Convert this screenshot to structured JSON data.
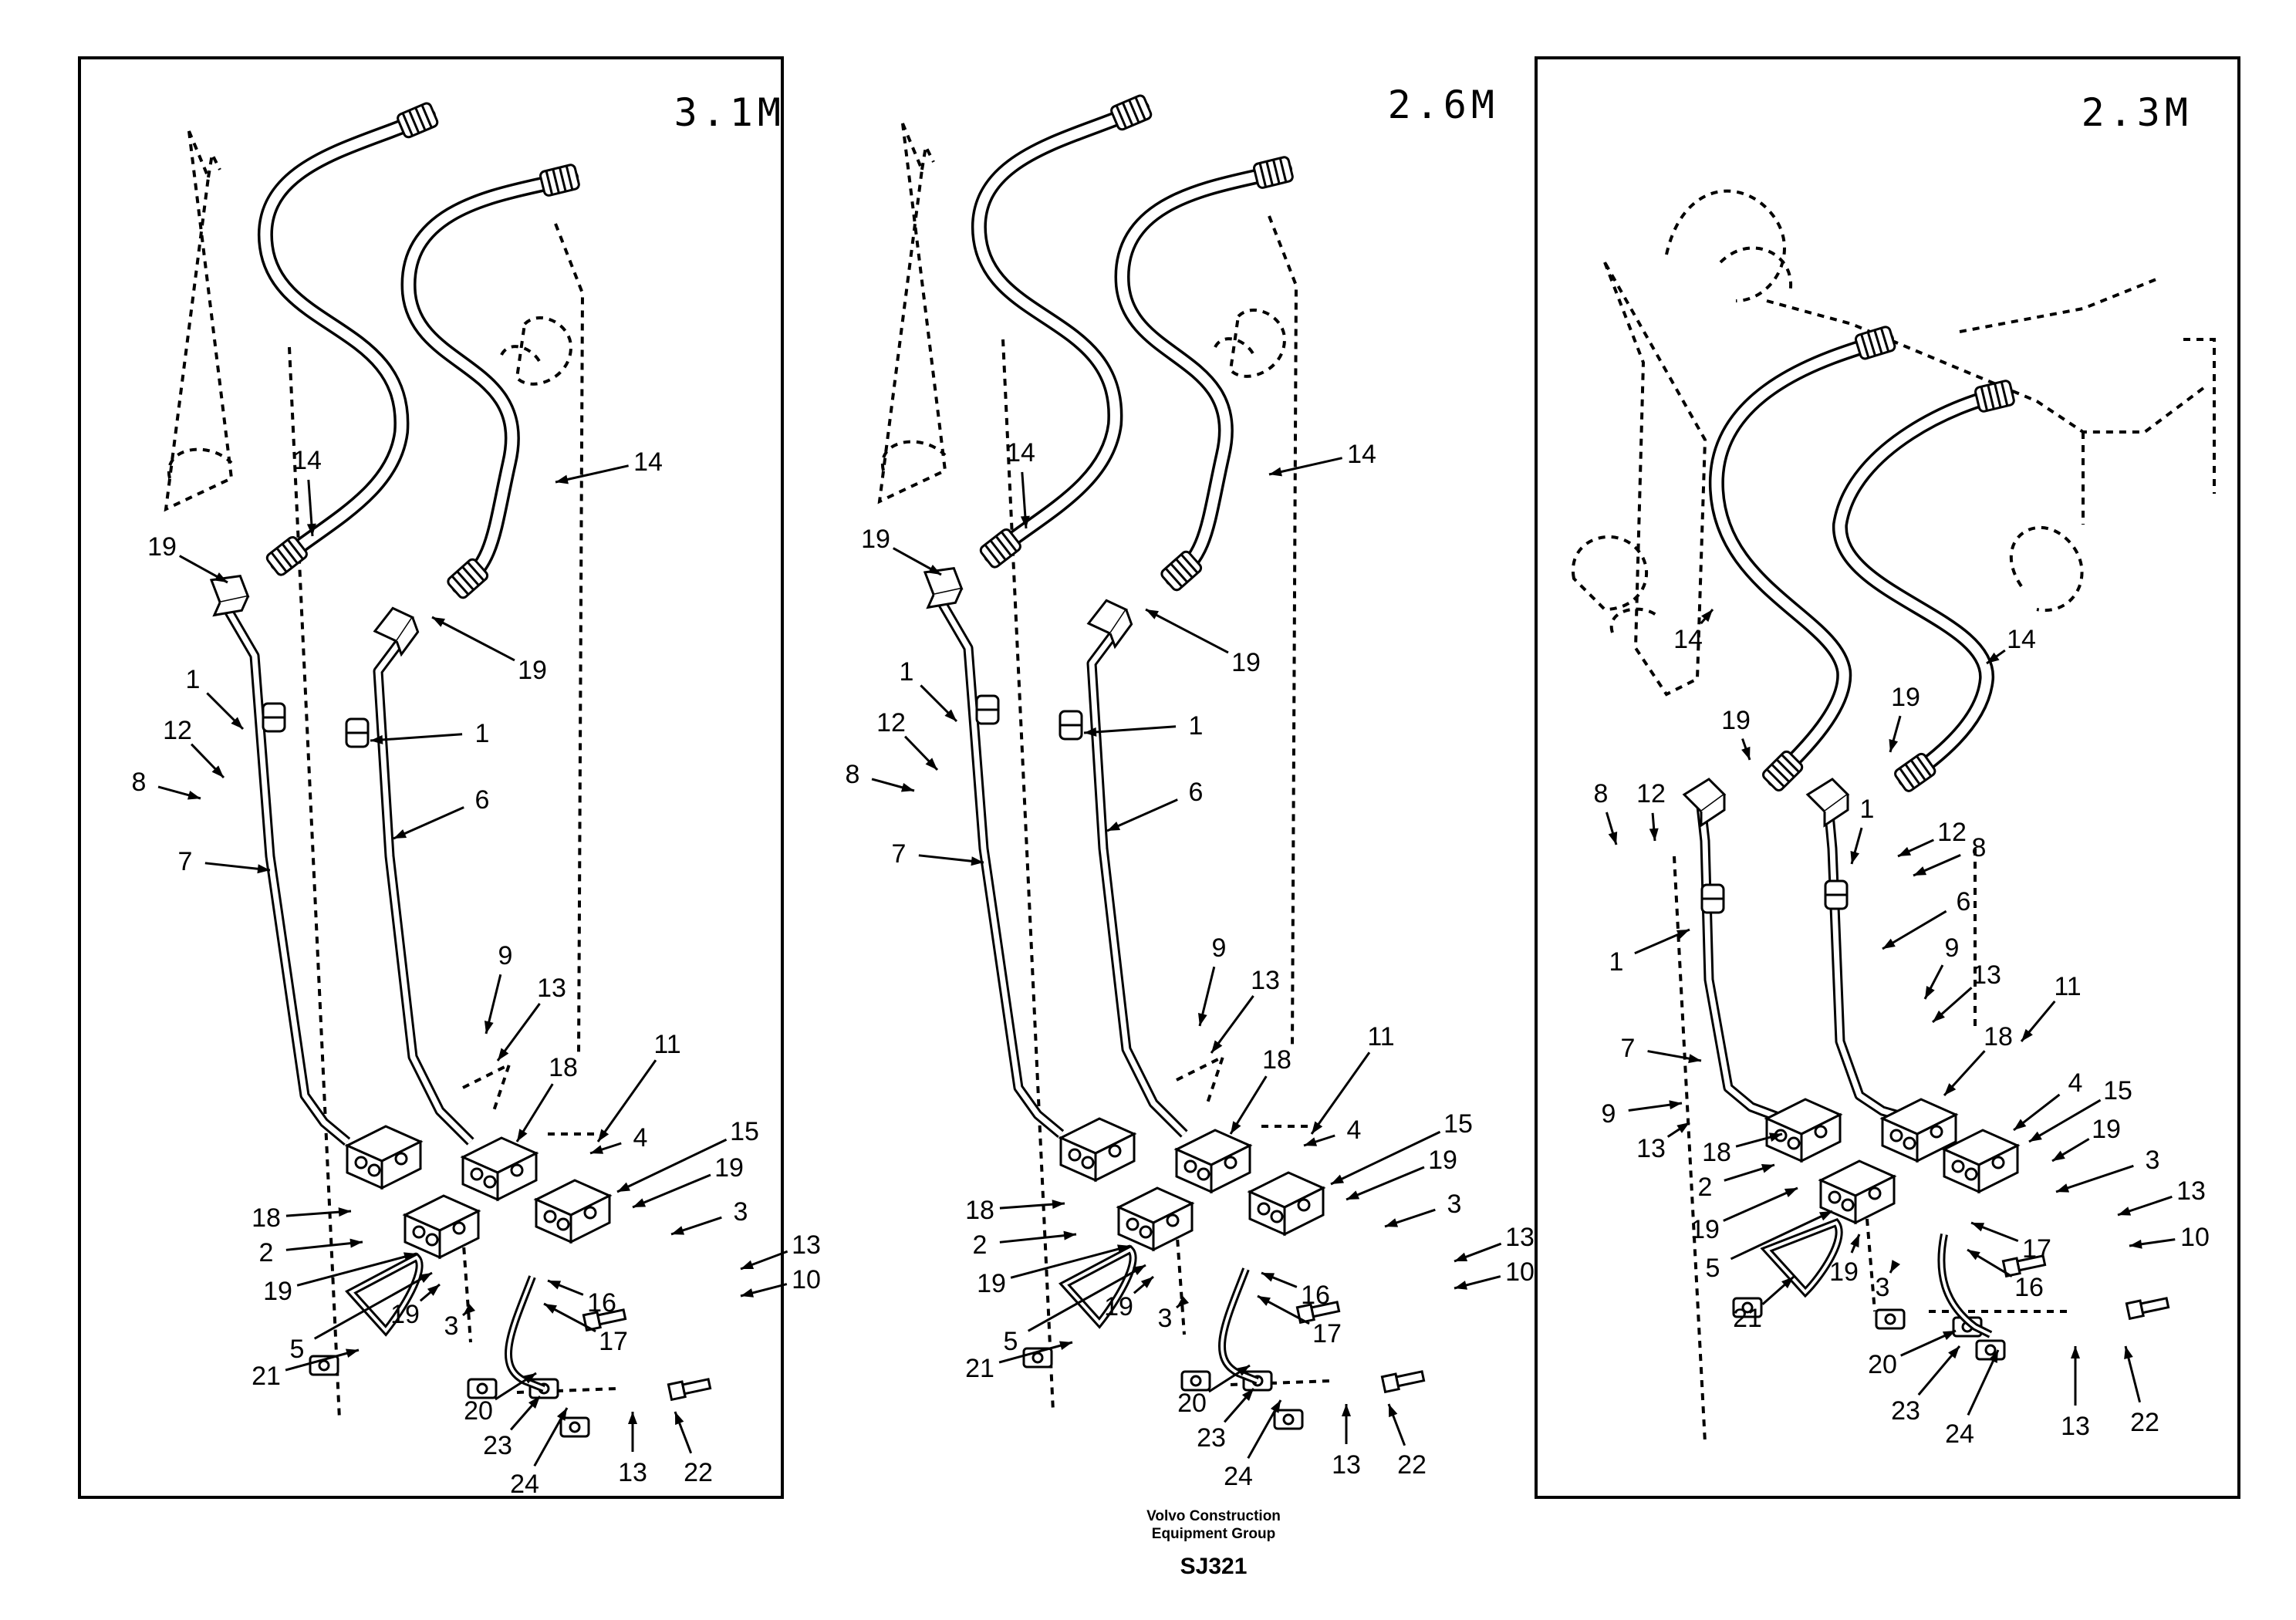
{
  "panels": [
    {
      "label": "3.1M",
      "callouts": [
        "14",
        "14",
        "19",
        "19",
        "1",
        "1",
        "12",
        "8",
        "7",
        "6",
        "9",
        "13",
        "18",
        "11",
        "4",
        "15",
        "19",
        "3",
        "13",
        "10",
        "18",
        "2",
        "19",
        "5",
        "16",
        "17",
        "19",
        "3",
        "21",
        "20",
        "23",
        "24",
        "13",
        "22"
      ]
    },
    {
      "label": "2.6M",
      "callouts": [
        "14",
        "14",
        "19",
        "19",
        "1",
        "1",
        "12",
        "8",
        "7",
        "6",
        "9",
        "13",
        "18",
        "11",
        "4",
        "15",
        "19",
        "3",
        "13",
        "10",
        "18",
        "2",
        "19",
        "5",
        "16",
        "17",
        "19",
        "3",
        "21",
        "20",
        "23",
        "24",
        "13",
        "22"
      ]
    },
    {
      "label": "2.3M",
      "callouts": [
        "14",
        "14",
        "19",
        "19",
        "8",
        "12",
        "1",
        "12",
        "8",
        "1",
        "6",
        "9",
        "13",
        "11",
        "7",
        "18",
        "4",
        "15",
        "19",
        "3",
        "9",
        "13",
        "18",
        "13",
        "10",
        "2",
        "19",
        "5",
        "17",
        "16",
        "19",
        "3",
        "21",
        "20",
        "23",
        "24",
        "13",
        "22"
      ]
    }
  ],
  "footer": {
    "line1": "Volvo Construction",
    "line2": "Equipment Group",
    "code": "SJ321"
  },
  "colors": {
    "ink": "#000000",
    "paper": "#ffffff"
  }
}
